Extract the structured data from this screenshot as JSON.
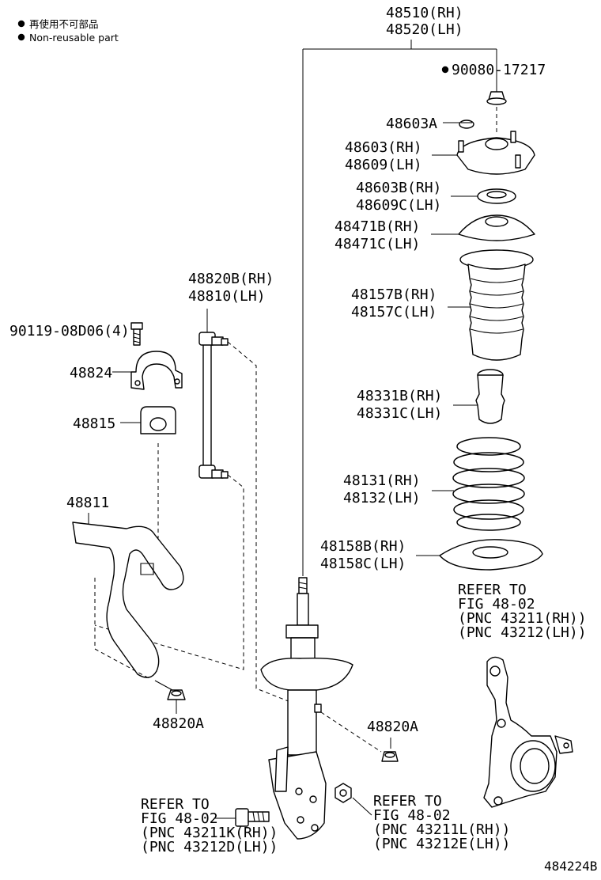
{
  "legend": {
    "line1": "再使用不可部品",
    "line2": "Non-reusable part"
  },
  "labels": {
    "assy_rh": "48510(RH)",
    "assy_lh": "48520(LH)",
    "nut_part": "90080-17217",
    "nut_cap": "48603A",
    "support_rh": "48603(RH)",
    "support_lh": "48609(LH)",
    "bearing_rh": "48603B(RH)",
    "bearing_lh": "48609C(LH)",
    "upper_seat_rh": "48471B(RH)",
    "upper_seat_lh": "48471C(LH)",
    "boot_rh": "48157B(RH)",
    "boot_lh": "48157C(LH)",
    "bumper_rh": "48331B(RH)",
    "bumper_lh": "48331C(LH)",
    "spring_rh": "48131(RH)",
    "spring_lh": "48132(LH)",
    "lower_insulator_rh": "48158B(RH)",
    "lower_insulator_lh": "48158C(LH)",
    "link_rh": "48820B(RH)",
    "link_lh": "48810(LH)",
    "bolt": "90119-08D06(4)",
    "bracket": "48824",
    "bushing": "48815",
    "stabilizer_bar": "48811",
    "nut_left": "48820A",
    "nut_right": "48820A",
    "diagram_id": "484224B"
  },
  "refs": {
    "knuckle": {
      "line1": "REFER TO",
      "line2": "FIG 48-02",
      "line3": "(PNC 43211(RH))",
      "line4": "(PNC 43212(LH))"
    },
    "bolt_ref": {
      "line1": "REFER TO",
      "line2": "FIG 48-02",
      "line3": "(PNC 43211K(RH))",
      "line4": "(PNC 43212D(LH))"
    },
    "nut_ref": {
      "line1": "REFER TO",
      "line2": "FIG 48-02",
      "line3": "(PNC 43211L(RH))",
      "line4": "(PNC 43212E(LH))"
    }
  }
}
